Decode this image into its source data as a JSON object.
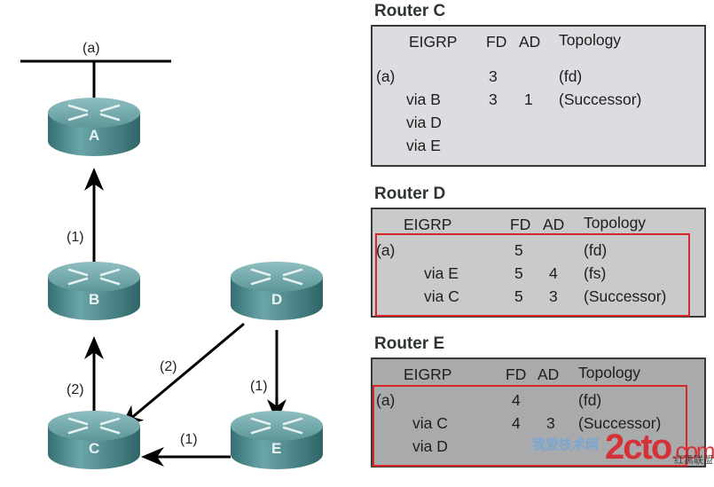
{
  "diagram": {
    "network_label": "(a)",
    "routers": [
      {
        "id": "A",
        "label": "A"
      },
      {
        "id": "B",
        "label": "B"
      },
      {
        "id": "C",
        "label": "C"
      },
      {
        "id": "D",
        "label": "D"
      },
      {
        "id": "E",
        "label": "E"
      }
    ],
    "links": [
      {
        "from": "B",
        "to": "A",
        "label": "(1)"
      },
      {
        "from": "C",
        "to": "B",
        "label": "(2)"
      },
      {
        "from": "D",
        "to": "C",
        "label": "(2)"
      },
      {
        "from": "D",
        "to": "E",
        "label": "(1)"
      },
      {
        "from": "E",
        "to": "C",
        "label": "(1)"
      }
    ],
    "colors": {
      "router_top": "#5f9ea0",
      "router_side": "#3e7c80",
      "arrow": "#000000"
    }
  },
  "tables": {
    "router_c": {
      "title": "Router C",
      "headers": {
        "eigrp": "EIGRP",
        "fd": "FD",
        "ad": "AD",
        "topology": "Topology"
      },
      "rows": [
        {
          "dest": "(a)",
          "via": "",
          "fd": "3",
          "ad": "",
          "topology": "(fd)"
        },
        {
          "dest": "",
          "via": "via B",
          "fd": "3",
          "ad": "1",
          "topology": "(Successor)"
        },
        {
          "dest": "",
          "via": "via D",
          "fd": "",
          "ad": "",
          "topology": ""
        },
        {
          "dest": "",
          "via": "via E",
          "fd": "",
          "ad": "",
          "topology": ""
        }
      ],
      "bg": "#dcdde0"
    },
    "router_d": {
      "title": "Router D",
      "headers": {
        "eigrp": "EIGRP",
        "fd": "FD",
        "ad": "AD",
        "topology": "Topology"
      },
      "rows": [
        {
          "dest": "(a)",
          "via": "",
          "fd": "5",
          "ad": "",
          "topology": "(fd)"
        },
        {
          "dest": "",
          "via": "via E",
          "fd": "5",
          "ad": "4",
          "topology": "(fs)"
        },
        {
          "dest": "",
          "via": "via C",
          "fd": "5",
          "ad": "3",
          "topology": "(Successor)"
        }
      ],
      "bg": "#c9cacc"
    },
    "router_e": {
      "title": "Router E",
      "headers": {
        "eigrp": "EIGRP",
        "fd": "FD",
        "ad": "AD",
        "topology": "Topology"
      },
      "rows": [
        {
          "dest": "(a)",
          "via": "",
          "fd": "4",
          "ad": "",
          "topology": "(fd)"
        },
        {
          "dest": "",
          "via": "via C",
          "fd": "4",
          "ad": "3",
          "topology": "(Successor)"
        },
        {
          "dest": "",
          "via": "via D",
          "fd": "",
          "ad": "",
          "topology": ""
        }
      ],
      "bg": "#a9aaac"
    },
    "highlight_color": "#d9262a"
  },
  "watermark": {
    "brand": "2cto",
    "suffix": ".com",
    "cn_left": "我爱技术网",
    "cn_right": "红黑联盟"
  }
}
